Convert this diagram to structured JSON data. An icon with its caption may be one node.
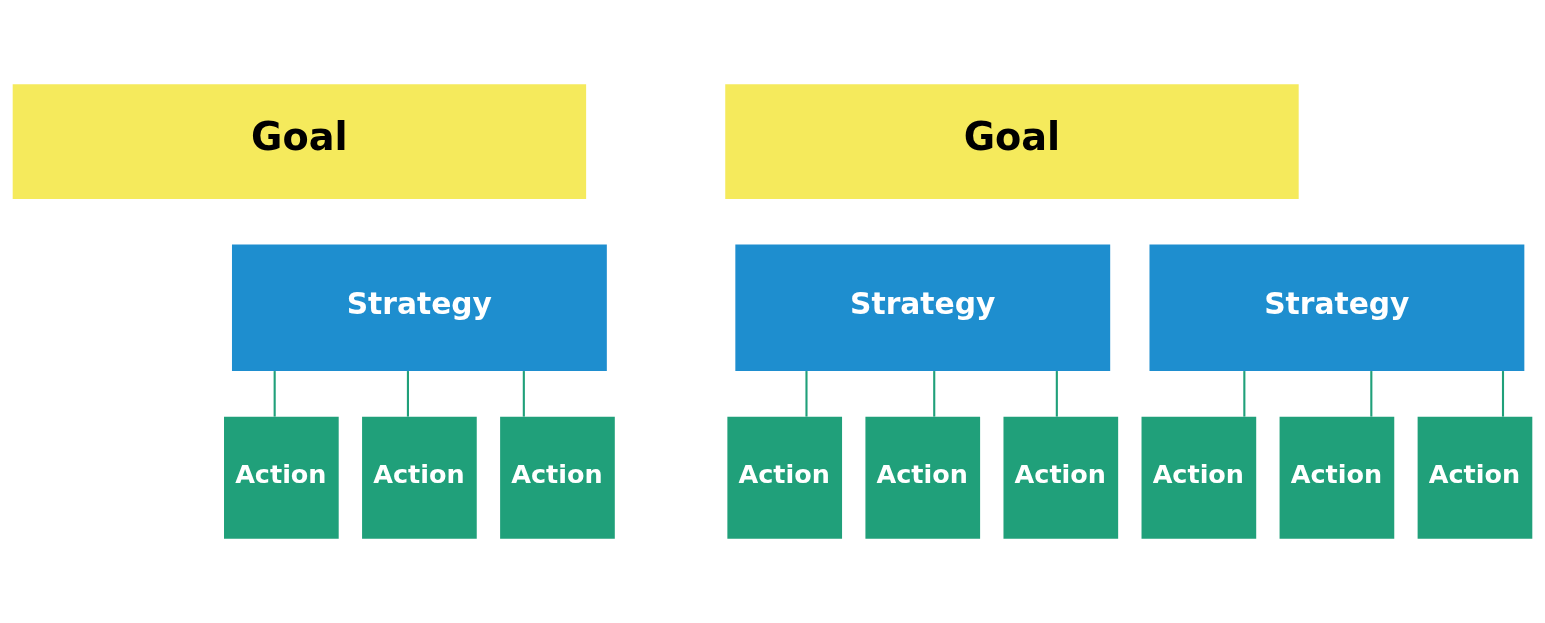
{
  "diagram": {
    "nodes": [
      {
        "text": [
          "Goal"
        ]
      },
      {
        "text": [
          "Goal"
        ]
      },
      {
        "text": [
          "Strategy"
        ]
      },
      {
        "text": [
          "Strategy"
        ]
      },
      {
        "text": [
          "Strategy"
        ]
      },
      {
        "text": [
          "Action"
        ]
      },
      {
        "text": [
          "Action"
        ]
      },
      {
        "text": [
          "Action"
        ]
      },
      {
        "text": [
          "Action"
        ]
      },
      {
        "text": [
          "Action"
        ]
      },
      {
        "text": [
          "Action"
        ]
      },
      {
        "text": [
          "Action"
        ]
      },
      {
        "text": [
          "Action"
        ]
      },
      {
        "text": [
          "Action"
        ]
      }
    ],
    "edges": [
      {
        "from": 2,
        "to": 5,
        "arrow": "none"
      },
      {
        "from": 2,
        "to": 6,
        "arrow": "none"
      },
      {
        "from": 2,
        "to": 7,
        "arrow": "none"
      },
      {
        "from": 3,
        "to": 8,
        "arrow": "none"
      },
      {
        "from": 3,
        "to": 9,
        "arrow": "none"
      },
      {
        "from": 3,
        "to": 10,
        "arrow": "none"
      },
      {
        "from": 4,
        "to": 11,
        "arrow": "none"
      },
      {
        "from": 4,
        "to": 12,
        "arrow": "none"
      },
      {
        "from": 4,
        "to": 13,
        "arrow": "none"
      }
    ]
  }
}
